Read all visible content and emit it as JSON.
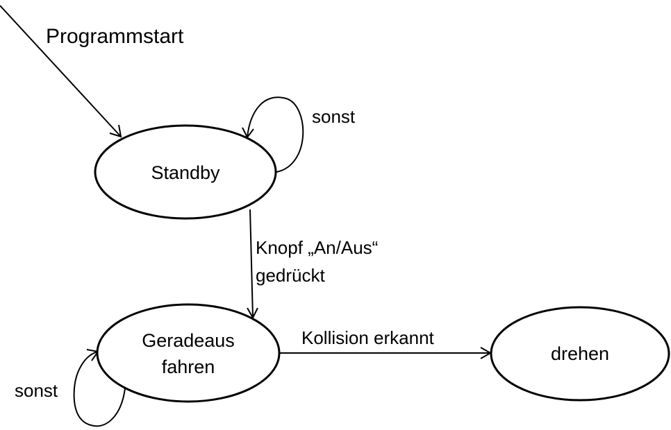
{
  "diagram": {
    "start_label": "Programmstart",
    "states": {
      "standby": "Standby",
      "geradeaus_line1": "Geradeaus",
      "geradeaus_line2": "fahren",
      "drehen": "drehen"
    },
    "transitions": {
      "standby_self": "sonst",
      "standby_to_geradeaus_line1": "Knopf „An/Aus“",
      "standby_to_geradeaus_line2": "gedrückt",
      "geradeaus_to_drehen": "Kollision erkannt",
      "geradeaus_self": "sonst"
    },
    "colors": {
      "stroke": "#000000",
      "background": "#ffffff"
    }
  }
}
